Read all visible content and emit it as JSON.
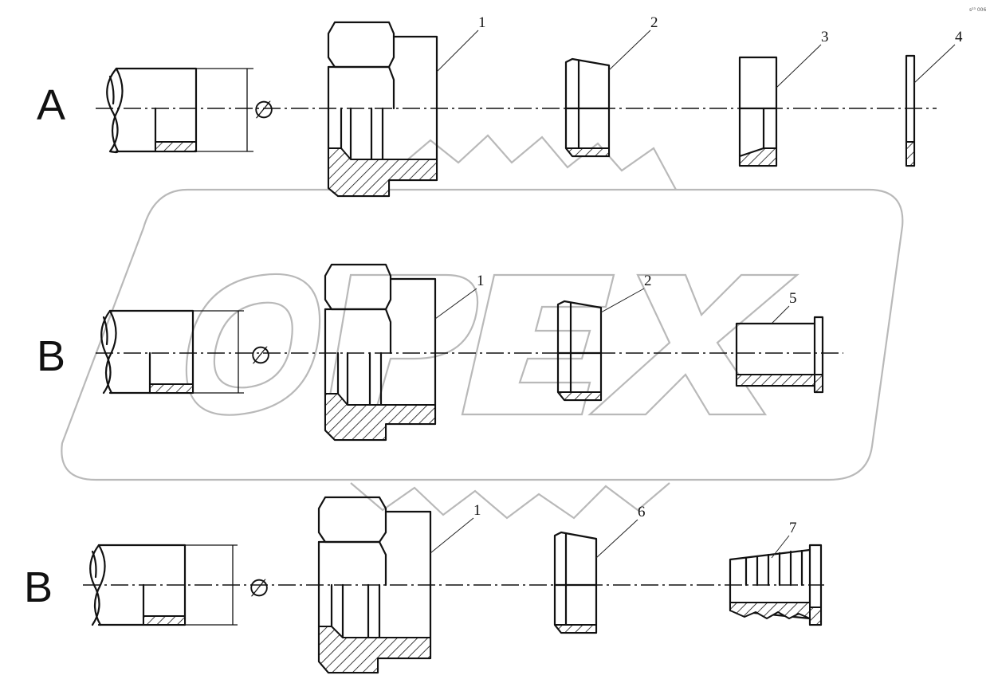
{
  "corner_note": "s²³ 006",
  "diameter_symbol": "∅",
  "rows": [
    {
      "label": "A",
      "callouts": [
        "1",
        "2",
        "3",
        "4"
      ]
    },
    {
      "label": "B",
      "callouts": [
        "1",
        "2",
        "5"
      ]
    },
    {
      "label": "B",
      "callouts": [
        "1",
        "6",
        "7"
      ]
    }
  ],
  "colors": {
    "ink": "#111111",
    "watermark": "#b9b9b9"
  }
}
